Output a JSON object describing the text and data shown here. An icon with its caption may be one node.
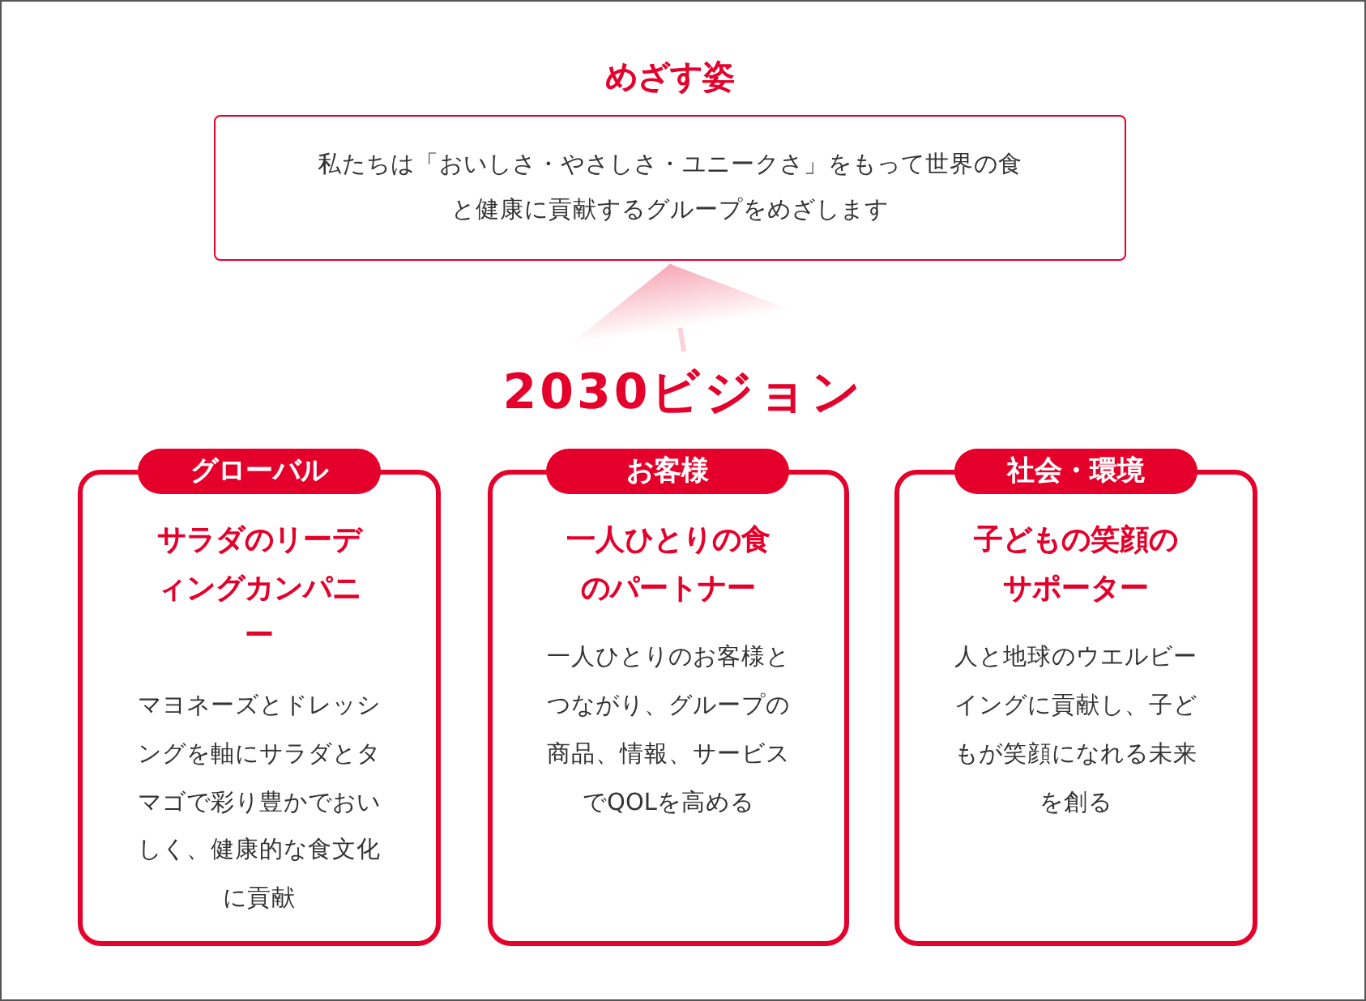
{
  "diagram": {
    "nodes": [
      {
        "text": [
          "めざす姿",
          "私たちは「おいしさ・やさしさ・ユニークさ」をもって世界の食と健康に貢献するグループをめざします"
        ]
      },
      {
        "text": [
          "2030ビジョン"
        ]
      },
      {
        "text": [
          "グローバル"
        ]
      },
      {
        "text": [
          "サラダのリーディングカンパニー",
          "マヨネーズとドレッシングを軸にサラダとタマゴで彩り豊かでおいしく、健康的な食文化に貢献"
        ]
      },
      {
        "text": [
          "お客様"
        ]
      },
      {
        "text": [
          "一人ひとりの食のパートナー",
          "一人ひとりのお客様とつながり、グループの商品、情報、サービスでQOLを高める"
        ]
      },
      {
        "text": [
          "社会・環境"
        ]
      },
      {
        "text": [
          "子どもの笑顔のサポーター",
          "人と地球のウエルビーイングに貢献し、子どもが笑顔になれる未来を創る"
        ]
      }
    ],
    "edges": [
      {
        "from": 1,
        "to": 0,
        "arrow": "to"
      }
    ]
  }
}
